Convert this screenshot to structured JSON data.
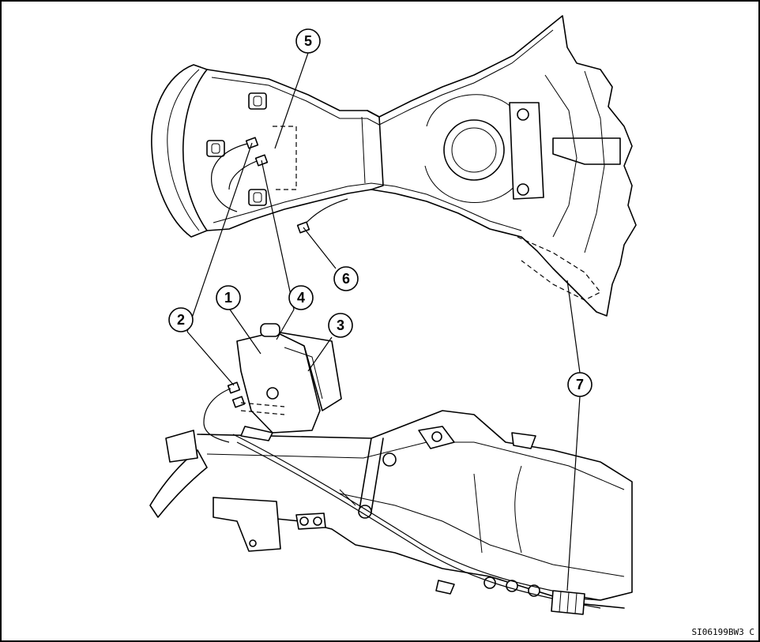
{
  "figure": {
    "callouts": [
      {
        "id": "1",
        "label": "1"
      },
      {
        "id": "2",
        "label": "2"
      },
      {
        "id": "3",
        "label": "3"
      },
      {
        "id": "4",
        "label": "4"
      },
      {
        "id": "5",
        "label": "5"
      },
      {
        "id": "6",
        "label": "6"
      },
      {
        "id": "7",
        "label": "7"
      }
    ],
    "drawing_code": "SI06199BW3 C"
  }
}
